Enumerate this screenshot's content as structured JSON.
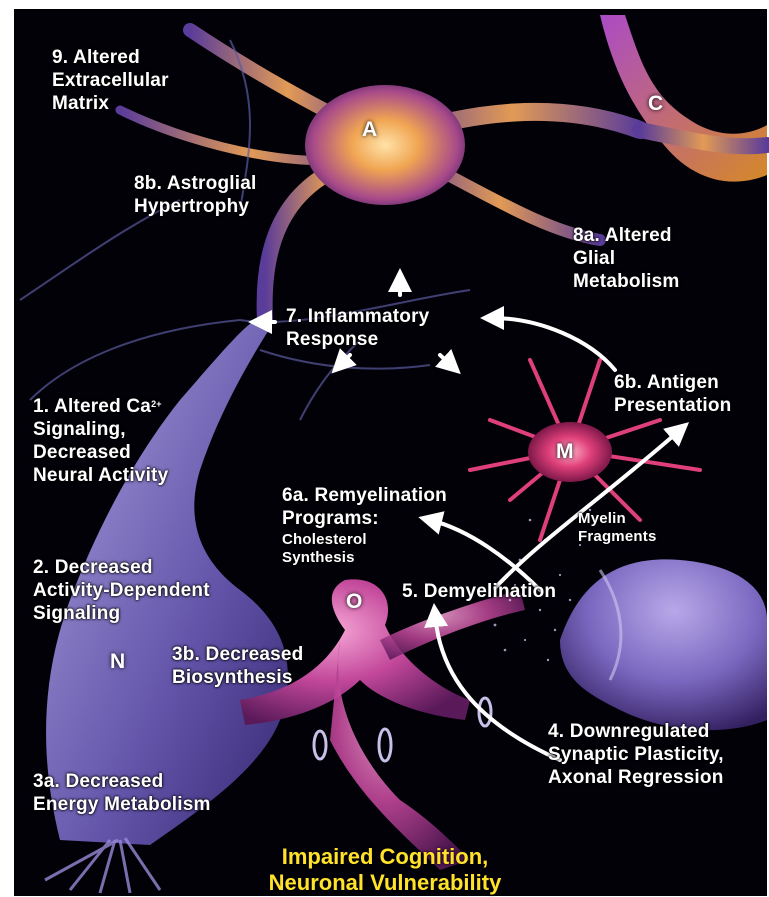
{
  "labels": {
    "l9": "9. Altered\nExtracellular\nMatrix",
    "l8b": "8b. Astroglial\nHypertrophy",
    "l8a": "8a. Altered\nGlial\nMetabolism",
    "l7": "7. Inflammatory\nResponse",
    "l6b": "6b. Antigen\nPresentation",
    "l1_main": "1. Altered Ca",
    "l1_sup": "2+",
    "l1_rest": "Signaling,\nDecreased\nNeural Activity",
    "l6a": "6a. Remyelination\nPrograms:",
    "l6a_sub": "Cholesterol\nSynthesis",
    "myelin": "Myelin\nFragments",
    "l2": "2. Decreased\nActivity-Dependent\nSignaling",
    "l5": "5. Demyelination",
    "l3b": "3b. Decreased\nBiosynthesis",
    "l4": "4. Downregulated\nSynaptic Plasticity,\nAxonal Regression",
    "l3a": "3a. Decreased\nEnergy Metabolism"
  },
  "cells": {
    "A": "A",
    "C": "C",
    "M": "M",
    "N": "N",
    "O": "O"
  },
  "footer": "Impaired Cognition,\nNeuronal Vulnerability",
  "colors": {
    "background": "#000000",
    "footer_text": "#ffe229",
    "label_text": "#ffffff",
    "astrocyte": "#e8a24a",
    "neuron": "#8e7fd6",
    "oligodendrocyte": "#c2479a",
    "microglia": "#e0407a"
  }
}
